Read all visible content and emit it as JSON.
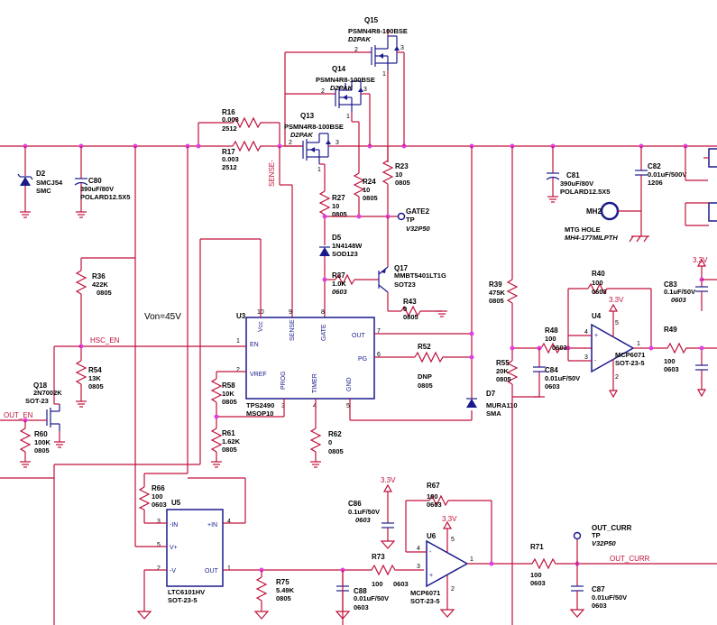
{
  "nets": {
    "sense": "SENSE-",
    "hsc_en": "HSC_EN",
    "out_en": "OUT_EN",
    "out_curr": "OUT_CURR",
    "v33a": "3.3V",
    "v33b": "3.3V",
    "v33c": "3.3V",
    "v33d": "3.3V"
  },
  "note": "Von=45V",
  "components": {
    "Q15": {
      "ref": "Q15",
      "value": "PSMN4R8-100BSE",
      "pkg": "D2PAK"
    },
    "Q14": {
      "ref": "Q14",
      "value": "PSMN4R8-100BSE",
      "pkg": "D2PAK"
    },
    "Q13": {
      "ref": "Q13",
      "value": "PSMN4R8-100BSE",
      "pkg": "D2PAK"
    },
    "R16": {
      "ref": "R16",
      "value": "0.003",
      "pkg": "2512"
    },
    "R17": {
      "ref": "R17",
      "value": "0.003",
      "pkg": "2512"
    },
    "D2": {
      "ref": "D2",
      "value": "SMCJ54",
      "pkg": "SMC"
    },
    "C80": {
      "ref": "C80",
      "value": "390uF/80V",
      "pkg": "POLARD12.5X5"
    },
    "R23": {
      "ref": "R23",
      "value": "10",
      "pkg": "0805"
    },
    "R24": {
      "ref": "R24",
      "value": "10",
      "pkg": "0805"
    },
    "R27": {
      "ref": "R27",
      "value": "10",
      "pkg": "0805"
    },
    "GATE2": {
      "ref": "GATE2",
      "value": "TP",
      "pkg": "V32P50"
    },
    "D5": {
      "ref": "D5",
      "value": "1N4148W",
      "pkg": "SOD123"
    },
    "C81": {
      "ref": "C81",
      "value": "390uF/80V",
      "pkg": "POLARD12.5X5"
    },
    "C82": {
      "ref": "C82",
      "value": "0.01uF/500V",
      "pkg": "1206"
    },
    "MH2": {
      "ref": "MH2",
      "value": "MTG HOLE",
      "pkg": "MH4-177MILPTH"
    },
    "R36": {
      "ref": "R36",
      "value": "422K",
      "pkg": "0805"
    },
    "R37": {
      "ref": "R37",
      "value": "1.0K",
      "pkg": "0603"
    },
    "Q17": {
      "ref": "Q17",
      "value": "MMBT5401LT1G",
      "pkg": "SOT23"
    },
    "R43": {
      "ref": "R43",
      "value": "0",
      "pkg": "0805"
    },
    "R39": {
      "ref": "R39",
      "value": "475K",
      "pkg": "0805"
    },
    "R40": {
      "ref": "R40",
      "value": "100",
      "pkg": "0603"
    },
    "C83": {
      "ref": "C83",
      "value": "0.1uF/50V",
      "pkg": "0603"
    },
    "U3": {
      "ref": "U3",
      "value": "TPS2490",
      "pkg": "MSOP10"
    },
    "R52": {
      "ref": "R52",
      "value": "DNP",
      "pkg": "0805"
    },
    "R48": {
      "ref": "R48",
      "value": "100",
      "pkg": "0603"
    },
    "U4": {
      "ref": "U4",
      "value": "MCP6071",
      "pkg": "SOT-23-5"
    },
    "R49": {
      "ref": "R49",
      "value": "100",
      "pkg": "0603"
    },
    "R55": {
      "ref": "R55",
      "value": "20K",
      "pkg": "0805"
    },
    "C84": {
      "ref": "C84",
      "value": "0.01uF/50V",
      "pkg": "0603"
    },
    "R54": {
      "ref": "R54",
      "value": "13K",
      "pkg": "0805"
    },
    "Q18": {
      "ref": "Q18",
      "value": "2N7002K",
      "pkg": "SOT-23"
    },
    "R58": {
      "ref": "R58",
      "value": "10K",
      "pkg": "0805"
    },
    "R60": {
      "ref": "R60",
      "value": "100K",
      "pkg": "0805"
    },
    "R61": {
      "ref": "R61",
      "value": "1.62K",
      "pkg": "0805"
    },
    "R62": {
      "ref": "R62",
      "value": "0",
      "pkg": "0805"
    },
    "D7": {
      "ref": "D7",
      "value": "MURA110",
      "pkg": "SMA"
    },
    "R66": {
      "ref": "R66",
      "value": "100",
      "pkg": "0603"
    },
    "U5": {
      "ref": "U5",
      "value": "LTC6101HV",
      "pkg": "SOT-23-5"
    },
    "R75": {
      "ref": "R75",
      "value": "5.49K",
      "pkg": "0805"
    },
    "C86": {
      "ref": "C86",
      "value": "0.1uF/50V",
      "pkg": "0603"
    },
    "R67": {
      "ref": "R67",
      "value": "100",
      "pkg": "0603"
    },
    "R73": {
      "ref": "R73",
      "value": "100",
      "pkg": "0603"
    },
    "C88": {
      "ref": "C88",
      "value": "0.01uF/50V",
      "pkg": "0603"
    },
    "U6": {
      "ref": "U6",
      "value": "MCP6071",
      "pkg": "SOT-23-5"
    },
    "R71": {
      "ref": "R71",
      "value": "100",
      "pkg": "0603"
    },
    "OUT_CURR_TP": {
      "ref": "OUT_CURR",
      "value": "TP",
      "pkg": "V32P50"
    },
    "C87": {
      "ref": "C87",
      "value": "0.01uF/50V",
      "pkg": "0603"
    }
  },
  "u3_pins": {
    "vcc": "Vcc",
    "sense": "SENSE",
    "gate": "GATE",
    "en": "EN",
    "out": "OUT",
    "vref": "VREF",
    "prog": "PROG",
    "timer": "TIMER",
    "gnd": "GND",
    "pg": "PG"
  },
  "u5_pins": {
    "inn": "-IN",
    "inp": "+IN",
    "vp": "V+",
    "vn": "-V",
    "out": "OUT"
  }
}
